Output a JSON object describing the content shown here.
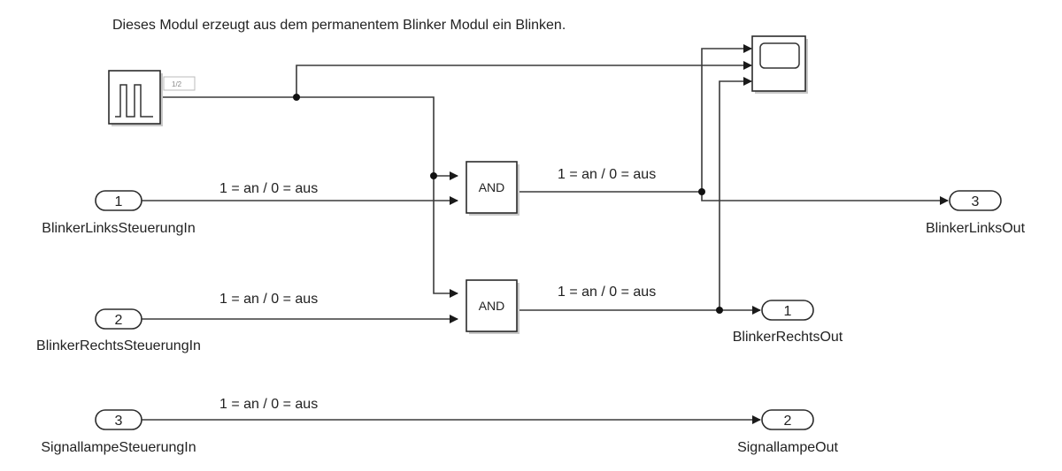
{
  "annotation": "Dieses Modul erzeugt aus dem permanentem Blinker Modul ein Blinken.",
  "pulse_generator": {
    "icon": "pulse-wave-icon",
    "sample_time_tag": "1/2"
  },
  "scope": {
    "icon": "scope-icon",
    "inputs": 3
  },
  "and_blocks": [
    {
      "label": "AND",
      "output_signal_label": "1 = an / 0 = aus"
    },
    {
      "label": "AND",
      "output_signal_label": "1 = an / 0 = aus"
    }
  ],
  "inports": [
    {
      "number": "1",
      "name": "BlinkerLinksSteuerungIn",
      "signal_label": "1 = an / 0 = aus"
    },
    {
      "number": "2",
      "name": "BlinkerRechtsSteuerungIn",
      "signal_label": "1 = an / 0 = aus"
    },
    {
      "number": "3",
      "name": "SignallampeSteuerungIn",
      "signal_label": "1 = an / 0 = aus"
    }
  ],
  "outports": [
    {
      "number": "3",
      "name": "BlinkerLinksOut"
    },
    {
      "number": "1",
      "name": "BlinkerRechtsOut"
    },
    {
      "number": "2",
      "name": "SignallampeOut"
    }
  ],
  "colors": {
    "line": "#3a3a3a",
    "block_border": "#2b2b2b",
    "background": "#ffffff"
  }
}
